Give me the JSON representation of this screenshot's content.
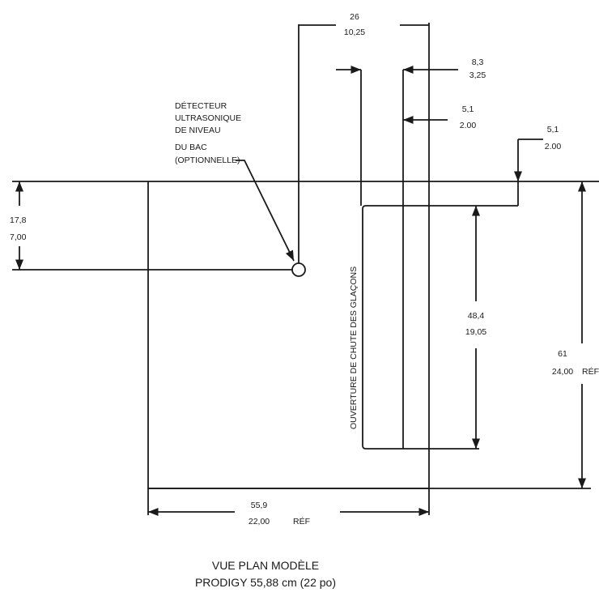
{
  "detector_label": {
    "lines": [
      "DÉTECTEUR",
      "ULTRASONIQUE",
      "DE NIVEAU",
      "DU BAC",
      "(OPTIONNELLE)"
    ]
  },
  "chute_label": "OUVERTURE DE CHUTE DES GLAÇONS",
  "dimensions": {
    "top_26": {
      "cm": "26",
      "in": "10,25"
    },
    "top_8_3": {
      "cm": "8,3",
      "in": "3,25"
    },
    "top_5_1_a": {
      "cm": "5,1",
      "in": "2.00"
    },
    "top_5_1_b": {
      "cm": "5,1",
      "in": "2.00"
    },
    "left_17_8": {
      "cm": "17,8",
      "in": "7,00"
    },
    "chute_48_4": {
      "cm": "48,4",
      "in": "19,05"
    },
    "right_61": {
      "cm": "61",
      "in": "24,00",
      "ref": "RÉF"
    },
    "bottom_55_9": {
      "cm": "55,9",
      "in": "22,00",
      "ref": "RÉF"
    }
  },
  "title": {
    "line1": "VUE PLAN MODÈLE",
    "line2": "PRODIGY 55,88 cm (22 po)"
  }
}
